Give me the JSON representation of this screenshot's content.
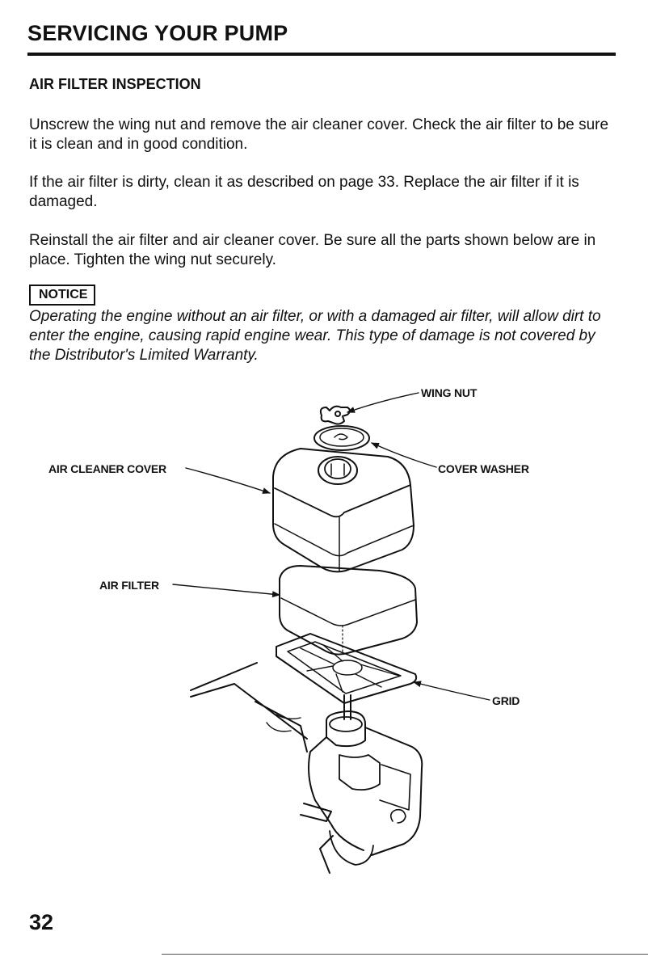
{
  "page": {
    "title": "SERVICING YOUR PUMP",
    "page_number": "32"
  },
  "section": {
    "heading": "AIR FILTER INSPECTION",
    "paragraphs": [
      "Unscrew the wing nut and remove the air cleaner cover. Check the air filter to be sure it is clean and in good condition.",
      "If the air filter is dirty, clean it as described on page 33. Replace the air filter if it is damaged.",
      "Reinstall the air filter and air cleaner cover. Be sure all the parts shown below are in place. Tighten the wing nut securely."
    ]
  },
  "notice": {
    "badge": "NOTICE",
    "text": "Operating the engine without an air filter, or with a damaged air filter, will allow dirt to enter the engine, causing rapid engine wear. This type of damage is not covered by the Distributor's Limited Warranty."
  },
  "diagram": {
    "callouts": {
      "wing_nut": "WING NUT",
      "cover_washer": "COVER WASHER",
      "air_cleaner_cover": "AIR CLEANER COVER",
      "air_filter": "AIR FILTER",
      "grid": "GRID"
    }
  }
}
